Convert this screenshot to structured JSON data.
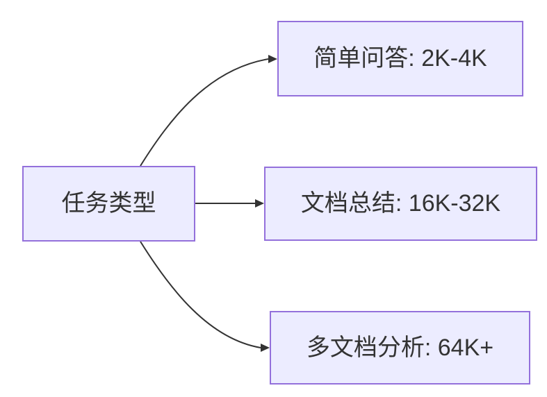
{
  "diagram": {
    "type": "flowchart-left-to-right",
    "root": {
      "label": "任务类型"
    },
    "children": [
      {
        "label": "简单问答: 2K-4K"
      },
      {
        "label": "文档总结: 16K-32K"
      },
      {
        "label": "多文档分析: 64K+"
      }
    ],
    "colors": {
      "node_fill": "#ECECFF",
      "node_border": "#9370DB",
      "edge": "#333333",
      "text": "#333333",
      "background": "#FFFFFF"
    }
  }
}
